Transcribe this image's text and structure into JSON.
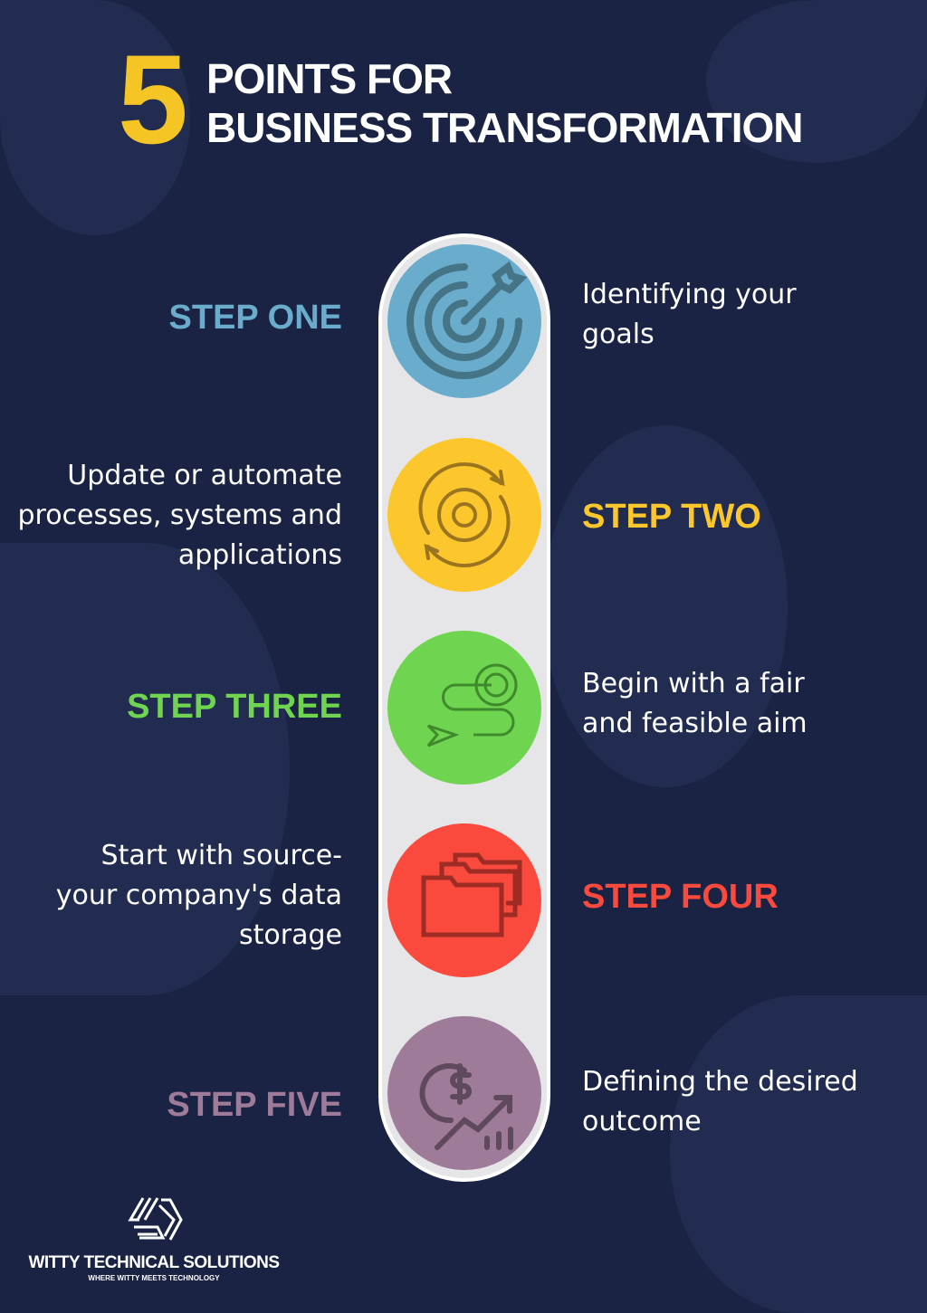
{
  "title": {
    "number": "5",
    "line1": "POINTS FOR",
    "line2": "BUSINESS TRANSFORMATION"
  },
  "steps": [
    {
      "label": "STEP ONE",
      "description": "Identifying your goals",
      "color": "#6aaccc",
      "icon": "target-icon"
    },
    {
      "label": "STEP TWO",
      "description": "Update or automate processes, systems and applications",
      "color": "#fcc72c",
      "icon": "gear-cycle-icon"
    },
    {
      "label": "STEP THREE",
      "description": "Begin with a fair and feasible aim",
      "color": "#6fd44f",
      "icon": "path-to-target-icon"
    },
    {
      "label": "STEP FOUR",
      "description": "Start with source- your company's data storage",
      "color": "#f94a3d",
      "icon": "folders-icon"
    },
    {
      "label": "STEP FIVE",
      "description": "Defining the desired outcome",
      "color": "#9d7b99",
      "icon": "dollar-growth-icon"
    }
  ],
  "logo": {
    "name": "WITTY TECHNICAL SOLUTIONS",
    "tagline": "WHERE WITTY MEETS TECHNOLOGY"
  }
}
